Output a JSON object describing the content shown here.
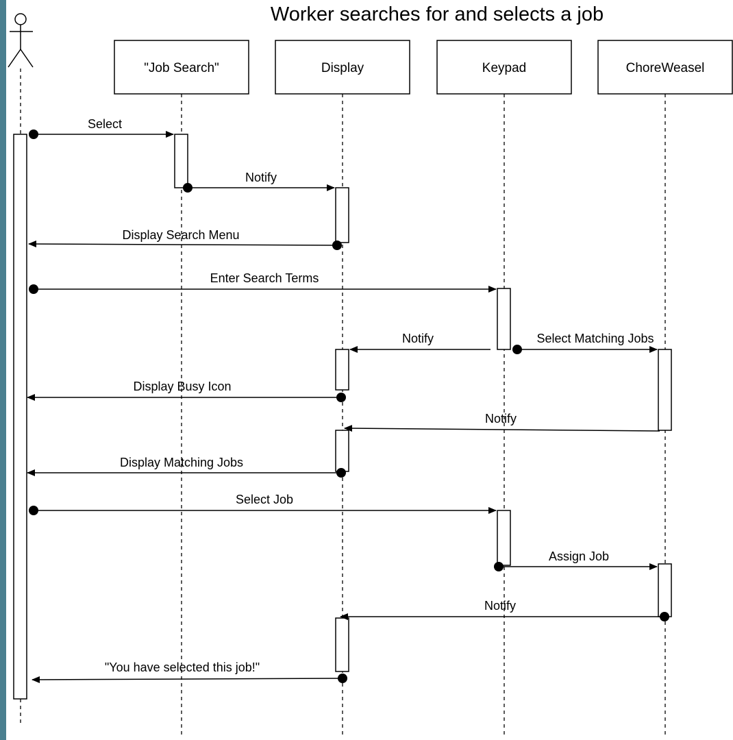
{
  "diagram": {
    "title": "Worker searches for and selects a job",
    "participants": [
      {
        "id": "job-search",
        "label": "\"Job Search\""
      },
      {
        "id": "display",
        "label": "Display"
      },
      {
        "id": "keypad",
        "label": "Keypad"
      },
      {
        "id": "choreweasel",
        "label": "ChoreWeasel"
      }
    ],
    "messages": [
      {
        "label": "Select",
        "from": "actor",
        "to": "job-search"
      },
      {
        "label": "Notify",
        "from": "job-search",
        "to": "display"
      },
      {
        "label": "Display Search Menu",
        "from": "display",
        "to": "actor"
      },
      {
        "label": "Enter Search Terms",
        "from": "actor",
        "to": "keypad"
      },
      {
        "label": "Notify",
        "from": "keypad",
        "to": "display"
      },
      {
        "label": "Select Matching Jobs",
        "from": "keypad",
        "to": "choreweasel"
      },
      {
        "label": "Display Busy Icon",
        "from": "display",
        "to": "actor"
      },
      {
        "label": "Notify",
        "from": "choreweasel",
        "to": "display"
      },
      {
        "label": "Display Matching Jobs",
        "from": "display",
        "to": "actor"
      },
      {
        "label": "Select Job",
        "from": "actor",
        "to": "keypad"
      },
      {
        "label": "Assign Job",
        "from": "keypad",
        "to": "choreweasel"
      },
      {
        "label": "Notify",
        "from": "choreweasel",
        "to": "display"
      },
      {
        "label": "\"You have selected this job!\"",
        "from": "display",
        "to": "actor"
      }
    ]
  },
  "colors": {
    "left_strip": "#4a7f8f",
    "line": "#000000",
    "background": "#ffffff"
  }
}
